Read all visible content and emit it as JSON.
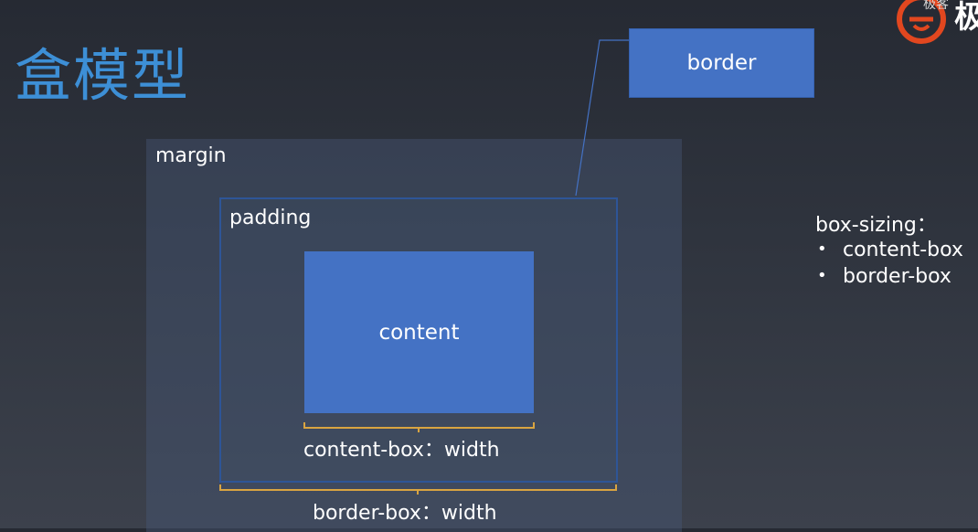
{
  "slide": {
    "title": "盒模型"
  },
  "logo": {
    "text": "极",
    "small_text": "极客",
    "accent_color": "#e2471f"
  },
  "diagram": {
    "border_label": "border",
    "margin_label": "margin",
    "padding_label": "padding",
    "content_label": "content",
    "content_box_width_label": "content-box：width",
    "border_box_width_label": "border-box：width",
    "box_color": "#4472c4",
    "bracket_color": "#d9a441"
  },
  "box_sizing": {
    "title": "box-sizing：",
    "items": [
      {
        "bullet": "•",
        "label": "content-box"
      },
      {
        "bullet": "•",
        "label": "border-box"
      }
    ]
  }
}
